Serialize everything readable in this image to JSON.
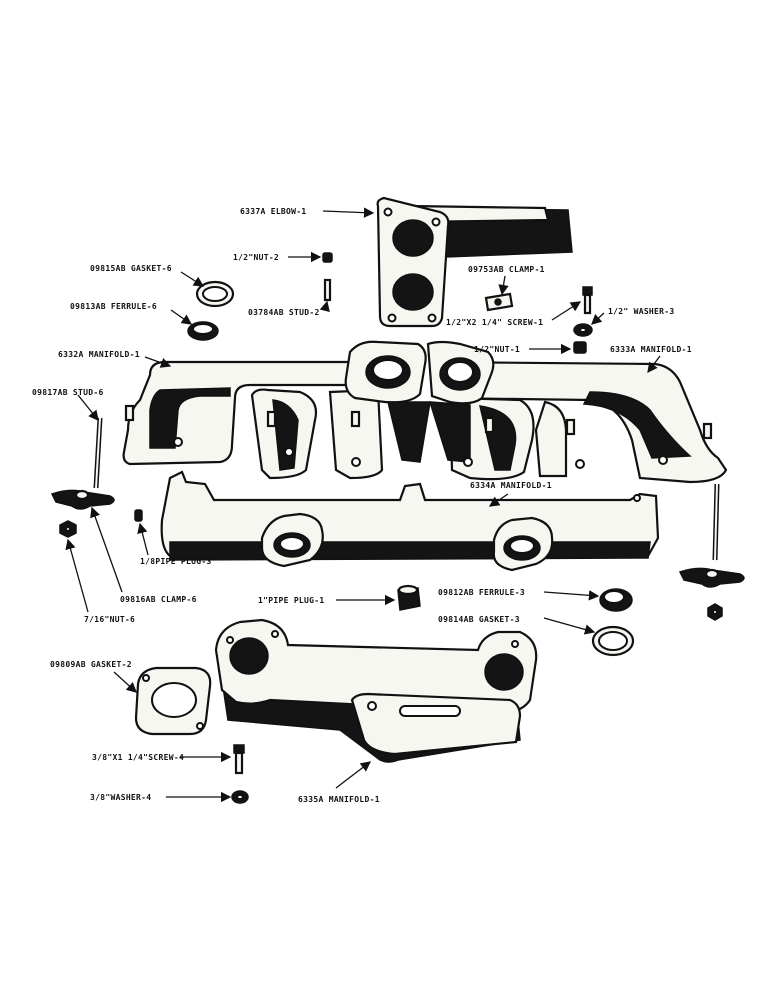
{
  "labels": {
    "elbow": "6337A ELBOW-1",
    "nut_half": "1/2\"NUT-2",
    "gasket6": "09815AB GASKET-6",
    "clamp1": "09753AB CLAMP-1",
    "ferrule6": "09813AB FERRULE-6",
    "stud2": "03784AB STUD-2",
    "screw1": "1/2\"X2 1/4\" SCREW-1",
    "washer3": "1/2\" WASHER-3",
    "nut1": "1/2\"NUT-1",
    "manifold6332": "6332A MANIFOLD-1",
    "manifold6333": "6333A MANIFOLD-1",
    "stud6": "09817AB STUD-6",
    "manifold6334": "6334A MANIFOLD-1",
    "pipeplug3": "1/8PIPE PLUG-3",
    "clamp6": "09816AB CLAMP-6",
    "pipeplug1": "1\"PIPE PLUG-1",
    "ferrule3": "09812AB FERRULE-3",
    "nut6": "7/16\"NUT-6",
    "gasket3": "09814AB GASKET-3",
    "gasket2": "09809AB GASKET-2",
    "screw4": "3/8\"X1 1/4\"SCREW-4",
    "washer4": "3/8\"WASHER-4",
    "manifold6335": "6335A MANIFOLD-1"
  }
}
